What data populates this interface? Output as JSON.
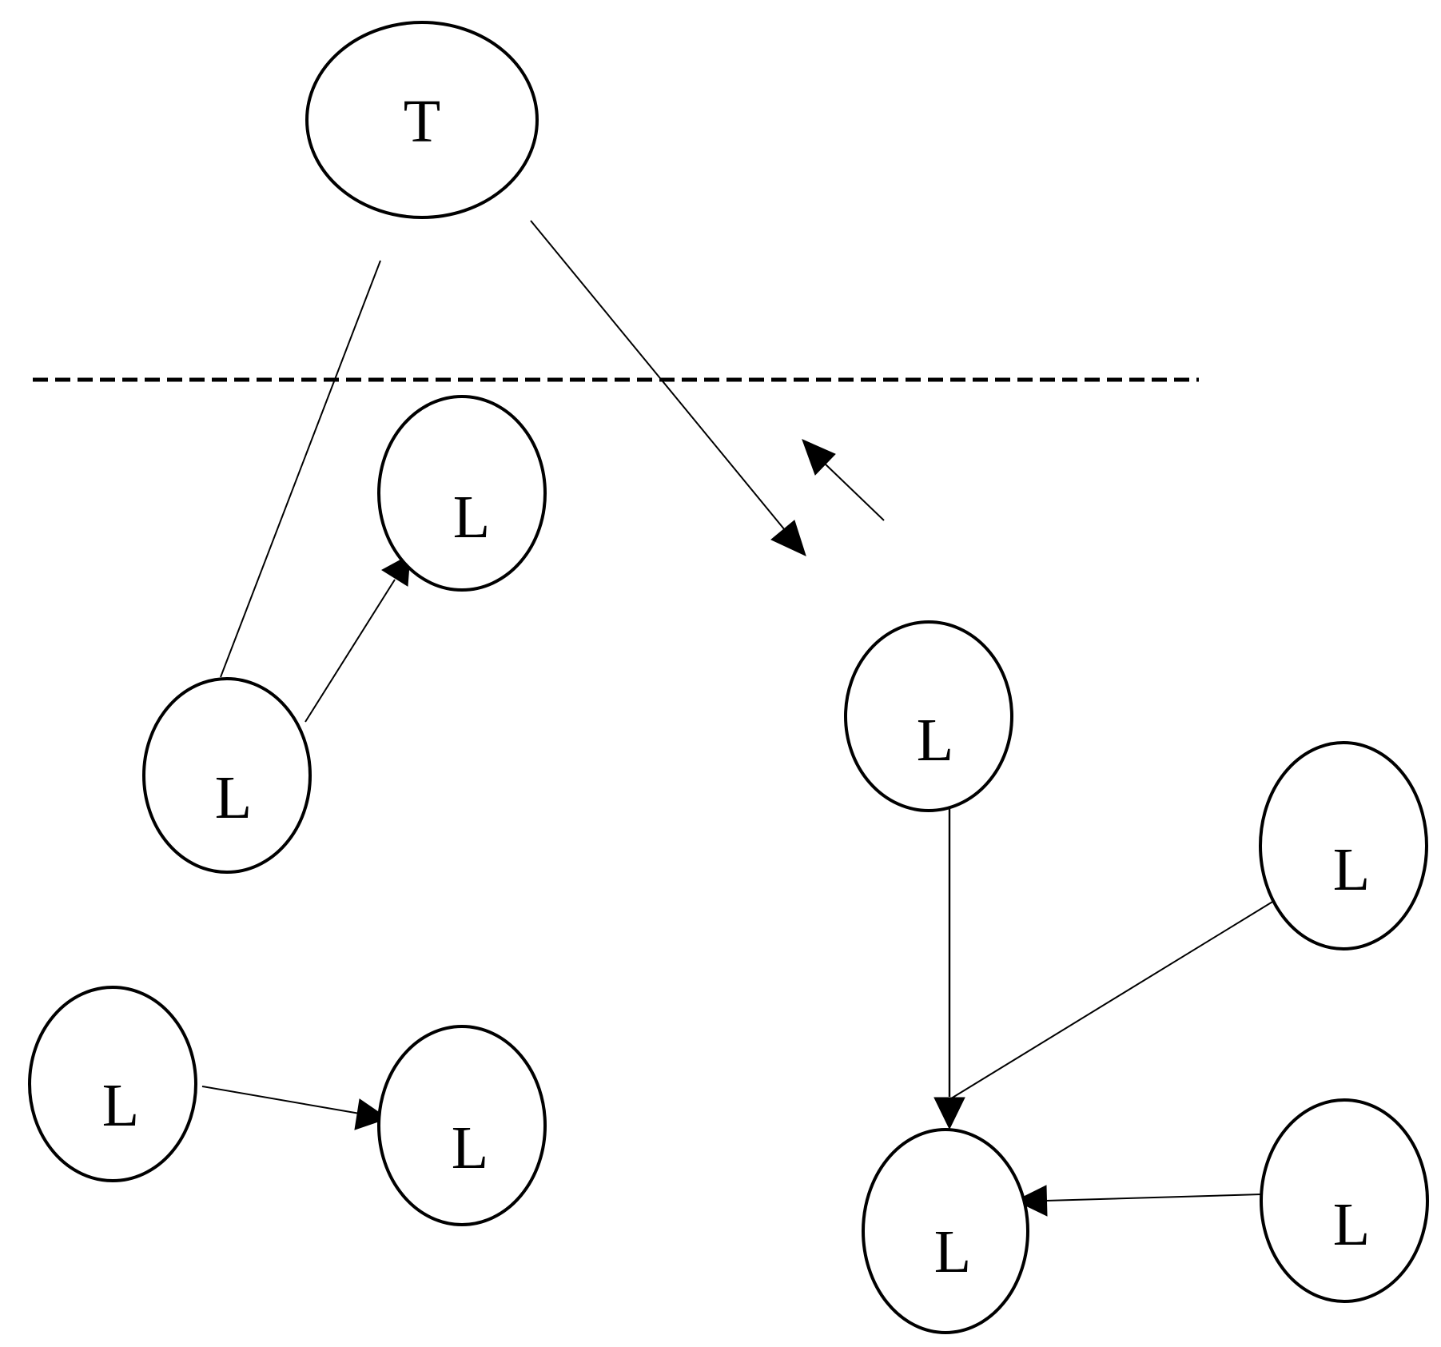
{
  "diagram": {
    "nodes": {
      "t_top": "T",
      "l_upper_mid": "L",
      "l_left_mid": "L",
      "l_bottom_left": "L",
      "l_bottom_left_center": "L",
      "l_right_mid": "L",
      "l_right_far": "L",
      "l_bottom_right_center": "L",
      "l_bottom_right_far": "L"
    }
  },
  "colors": {
    "stroke": "#000000",
    "background": "#ffffff"
  }
}
